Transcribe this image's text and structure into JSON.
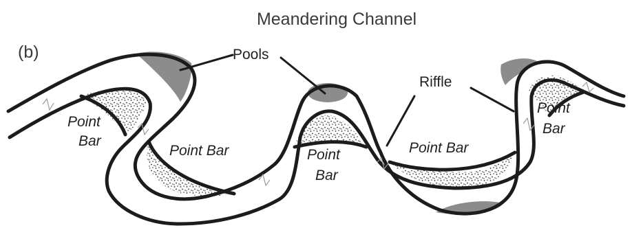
{
  "title": "Meandering Channel",
  "panel_label": "(b)",
  "labels": {
    "pools": "Pools",
    "riffle": "Riffle",
    "point_bar_1_line1": "Point",
    "point_bar_1_line2": "Bar",
    "point_bar_2": "Point Bar",
    "point_bar_3_line1": "Point",
    "point_bar_3_line2": "Bar",
    "point_bar_4": "Point Bar",
    "point_bar_5_line1": "Point",
    "point_bar_5_line2": "Bar"
  },
  "colors": {
    "bank_line": "#1c1c1c",
    "pool_fill": "#8c8c8c",
    "point_bar_fill": "#ffffff",
    "point_bar_stipple": "#2a2a2a",
    "text": "#222222"
  }
}
